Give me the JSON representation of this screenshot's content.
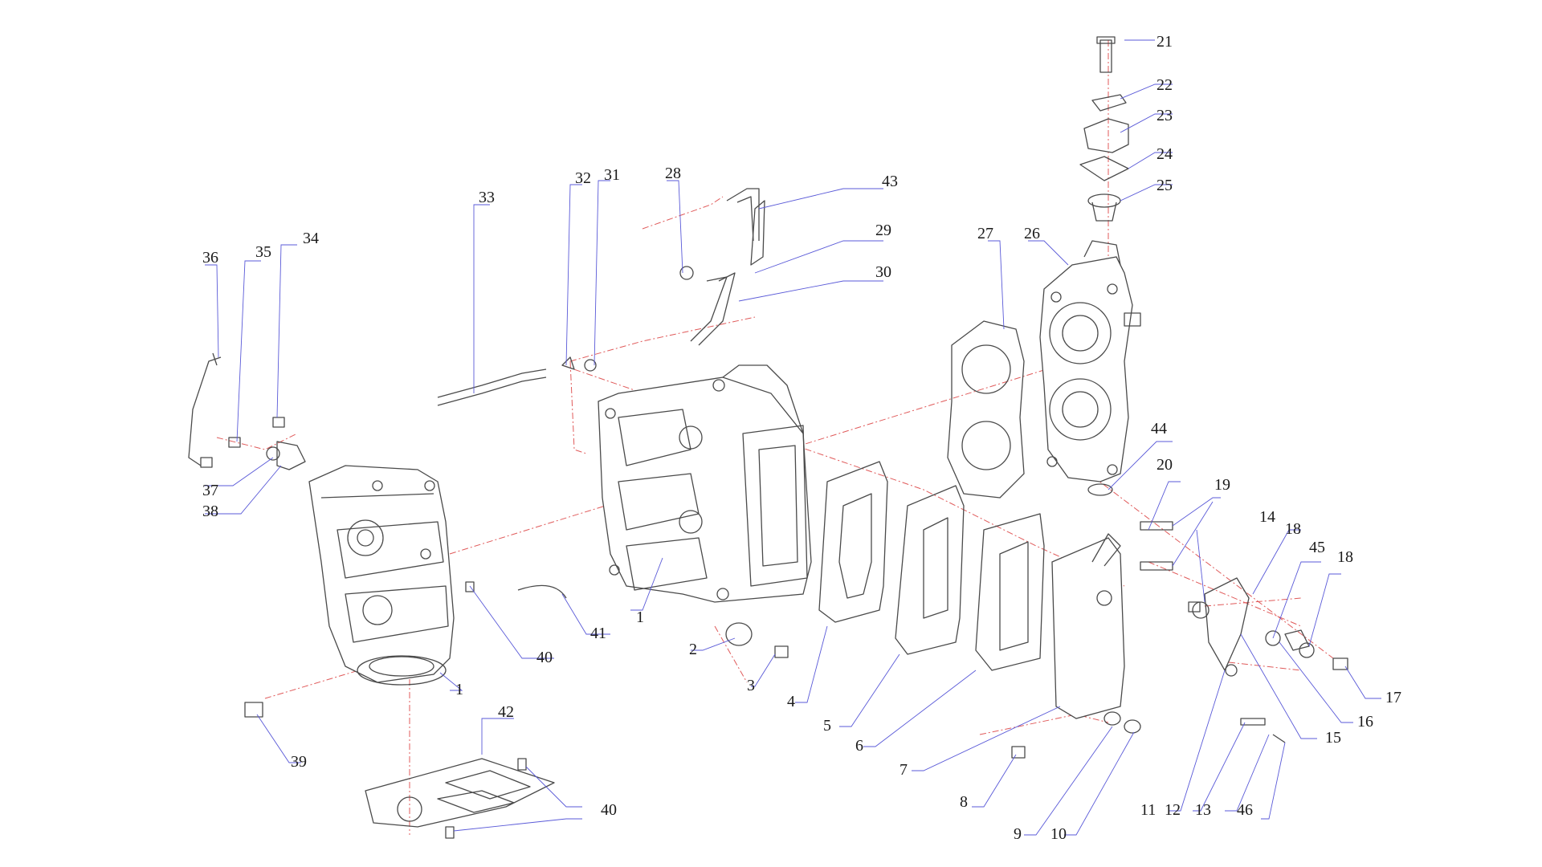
{
  "callouts": [
    {
      "id": "c1a",
      "label": "1"
    },
    {
      "id": "c1b",
      "label": "1"
    },
    {
      "id": "c2",
      "label": "2"
    },
    {
      "id": "c3",
      "label": "3"
    },
    {
      "id": "c4",
      "label": "4"
    },
    {
      "id": "c5",
      "label": "5"
    },
    {
      "id": "c6",
      "label": "6"
    },
    {
      "id": "c7",
      "label": "7"
    },
    {
      "id": "c8",
      "label": "8"
    },
    {
      "id": "c9",
      "label": "9"
    },
    {
      "id": "c10",
      "label": "10"
    },
    {
      "id": "c11",
      "label": "11"
    },
    {
      "id": "c12",
      "label": "12"
    },
    {
      "id": "c13",
      "label": "13"
    },
    {
      "id": "c14",
      "label": "14"
    },
    {
      "id": "c15",
      "label": "15"
    },
    {
      "id": "c16",
      "label": "16"
    },
    {
      "id": "c17",
      "label": "17"
    },
    {
      "id": "c18a",
      "label": "18"
    },
    {
      "id": "c18b",
      "label": "18"
    },
    {
      "id": "c19",
      "label": "19"
    },
    {
      "id": "c20",
      "label": "20"
    },
    {
      "id": "c21",
      "label": "21"
    },
    {
      "id": "c22",
      "label": "22"
    },
    {
      "id": "c23",
      "label": "23"
    },
    {
      "id": "c24",
      "label": "24"
    },
    {
      "id": "c25",
      "label": "25"
    },
    {
      "id": "c26",
      "label": "26"
    },
    {
      "id": "c27",
      "label": "27"
    },
    {
      "id": "c28",
      "label": "28"
    },
    {
      "id": "c29",
      "label": "29"
    },
    {
      "id": "c30",
      "label": "30"
    },
    {
      "id": "c31",
      "label": "31"
    },
    {
      "id": "c32",
      "label": "32"
    },
    {
      "id": "c33",
      "label": "33"
    },
    {
      "id": "c34",
      "label": "34"
    },
    {
      "id": "c35",
      "label": "35"
    },
    {
      "id": "c36",
      "label": "36"
    },
    {
      "id": "c37",
      "label": "37"
    },
    {
      "id": "c38",
      "label": "38"
    },
    {
      "id": "c39",
      "label": "39"
    },
    {
      "id": "c40a",
      "label": "40"
    },
    {
      "id": "c40b",
      "label": "40"
    },
    {
      "id": "c41",
      "label": "41"
    },
    {
      "id": "c42",
      "label": "42"
    },
    {
      "id": "c43",
      "label": "43"
    },
    {
      "id": "c44",
      "label": "44"
    },
    {
      "id": "c45",
      "label": "45"
    },
    {
      "id": "c46",
      "label": "46"
    }
  ],
  "colors": {
    "line": "#4a4a4a",
    "assembly_axis": "#e05a5a",
    "leader": "#5a5ad8",
    "text": "#1a1a1a",
    "background": "#ffffff"
  }
}
